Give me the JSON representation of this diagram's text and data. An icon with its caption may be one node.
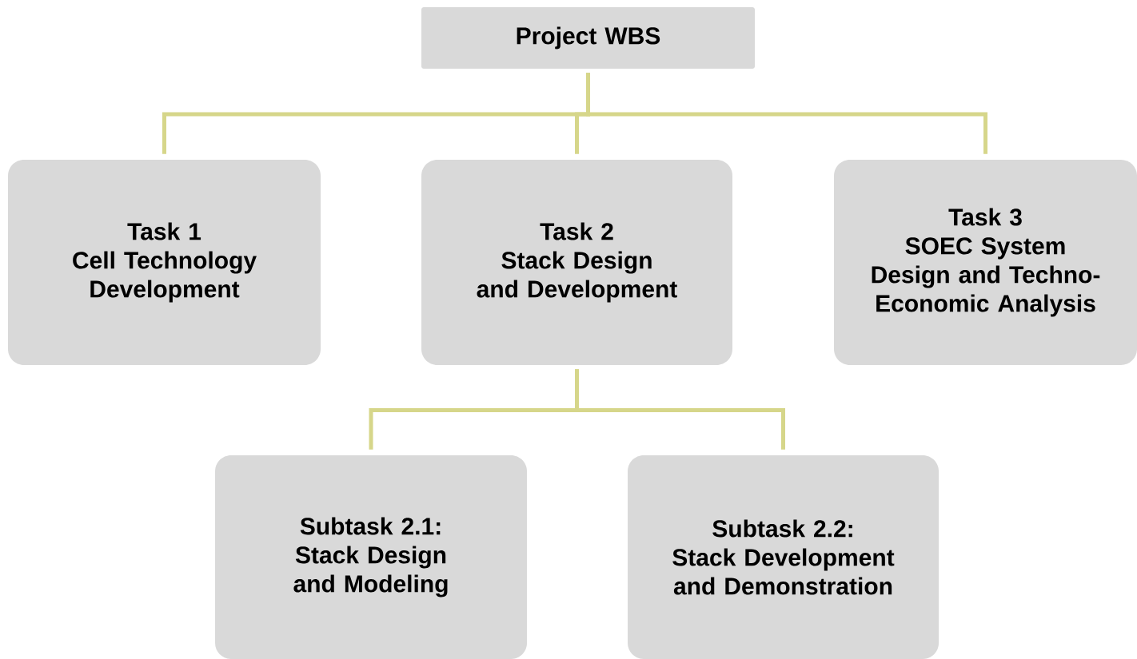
{
  "diagram": {
    "nodes": [
      {
        "text": [
          "Project WBS"
        ]
      },
      {
        "text": [
          "Task 1",
          "Cell Technology Development"
        ]
      },
      {
        "text": [
          "Task 2",
          "Stack Design and Development"
        ]
      },
      {
        "text": [
          "Task 3",
          "SOEC System Design and Techno-Economic Analysis"
        ]
      },
      {
        "text": [
          "Subtask 2.1:",
          "Stack Design and Modeling"
        ]
      },
      {
        "text": [
          "Subtask 2.2:",
          "Stack Development and Demonstration"
        ]
      }
    ],
    "edges": [
      {
        "from": 0,
        "to": 1,
        "arrow": "none"
      },
      {
        "from": 0,
        "to": 2,
        "arrow": "none"
      },
      {
        "from": 0,
        "to": 3,
        "arrow": "none"
      },
      {
        "from": 2,
        "to": 4,
        "arrow": "none"
      },
      {
        "from": 2,
        "to": 5,
        "arrow": "none"
      }
    ]
  }
}
